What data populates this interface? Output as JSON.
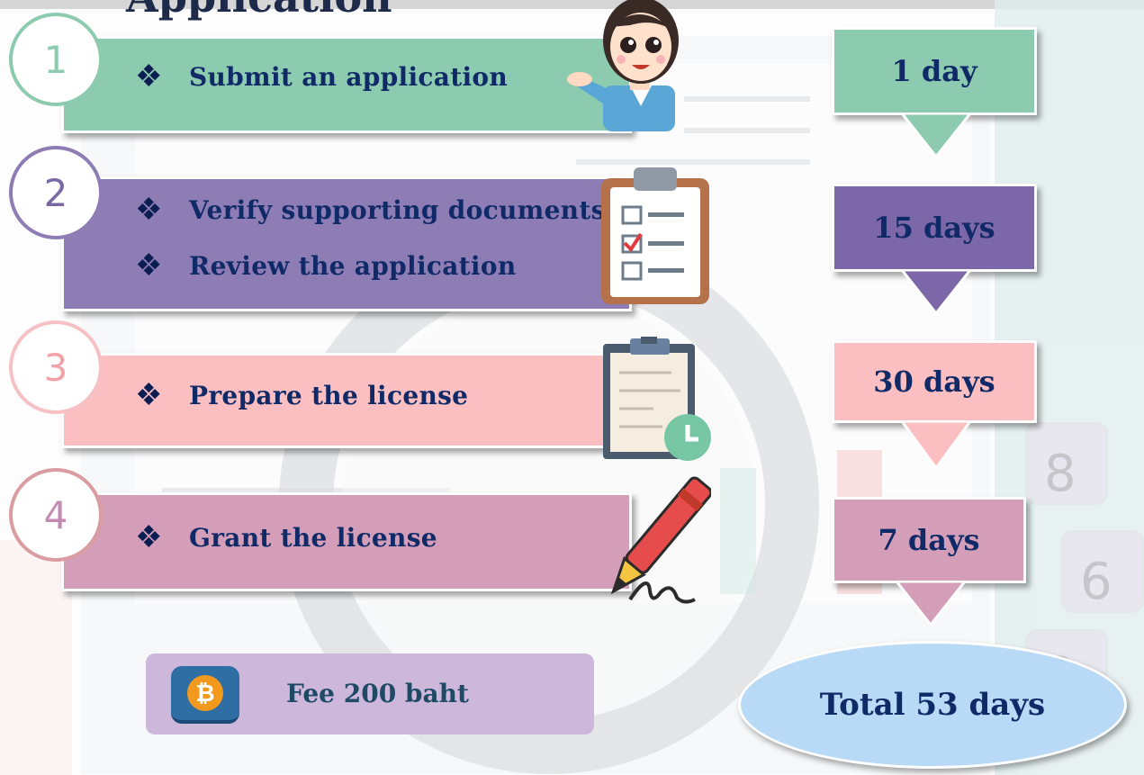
{
  "title": "Application",
  "steps": [
    {
      "number": "1",
      "items": [
        "Submit an application"
      ],
      "duration": "1 day"
    },
    {
      "number": "2",
      "items": [
        "Verify supporting documents",
        "Review the application"
      ],
      "duration": "15 days"
    },
    {
      "number": "3",
      "items": [
        "Prepare the license"
      ],
      "duration": "30 days"
    },
    {
      "number": "4",
      "items": [
        "Grant the license"
      ],
      "duration": "7 days"
    }
  ],
  "bullet_glyph": "❖",
  "fee": {
    "label": "Fee 200 baht",
    "icon": "bitcoin-coin-icon"
  },
  "total": "Total 53 days",
  "colors": {
    "step1": "#8ccbaf",
    "step2": "#8e7cb5",
    "step3": "#fbbfc2",
    "step4": "#d49eb9",
    "text": "#0f2a66",
    "total": "#b9daf7",
    "fee": "#cdb8dc"
  }
}
